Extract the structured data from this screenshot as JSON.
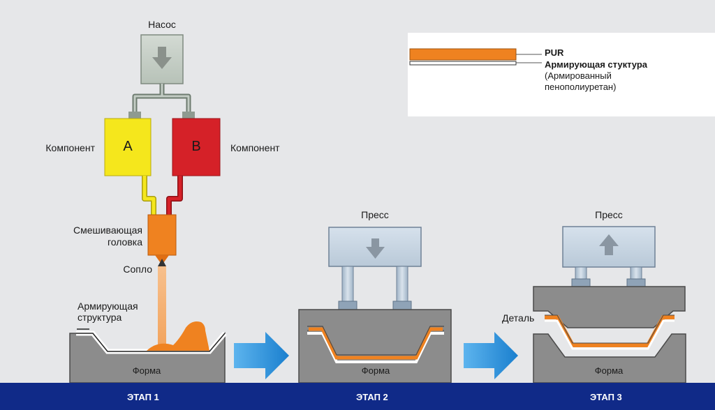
{
  "labels": {
    "pump": "Насос",
    "component_a_label": "Компонент",
    "component_b_label": "Компонент",
    "tank_a_letter": "A",
    "tank_b_letter": "B",
    "mixing_head_line1": "Смешивающая",
    "mixing_head_line2": "головка",
    "nozzle": "Сопло",
    "reinforcement_line1": "Армирующая",
    "reinforcement_line2": "структура",
    "mold_1": "Форма",
    "mold_2": "Форма",
    "mold_3": "Форма",
    "press_2": "Пресс",
    "press_3": "Пресс",
    "part": "Деталь"
  },
  "legend": {
    "pur": "PUR",
    "reinforcement": "Армирующая стуктура",
    "note_line1": "(Армированный",
    "note_line2": "пенополиуретан)"
  },
  "stages": {
    "stage1": "ЭТАП 1",
    "stage2": "ЭТАП 2",
    "stage3": "ЭТАП 3"
  },
  "colors": {
    "background": "#e6e7e9",
    "mold_gray": "#8c8c8c",
    "press_blue": "#c5d3e0",
    "pump_green": "#c3ccc4",
    "component_a": "#f5e71c",
    "component_b": "#d52128",
    "pur_orange": "#ef8220",
    "arrow_blue": "#2a8fd6",
    "bottom_bar": "#102a88"
  }
}
